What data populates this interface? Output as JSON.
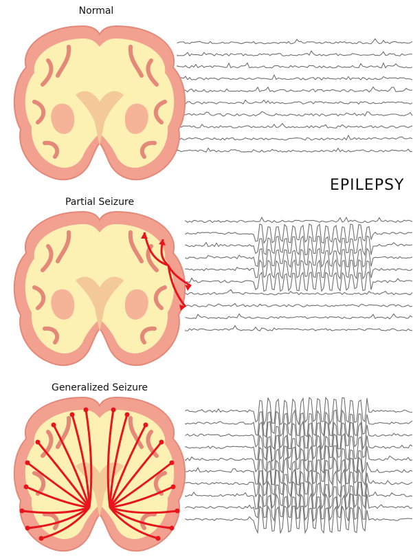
{
  "title": "EPILEPSY",
  "panels": [
    {
      "label": "Normal"
    },
    {
      "label": "Partial Seizure"
    },
    {
      "label": "Generalized Seizure"
    }
  ],
  "colors": {
    "cortex": "#f2a08f",
    "white_matter": "#fdf0b3",
    "deep_structure": "#f3c99a",
    "arrow": "#e8141b",
    "trace": "#6e6e6e"
  }
}
